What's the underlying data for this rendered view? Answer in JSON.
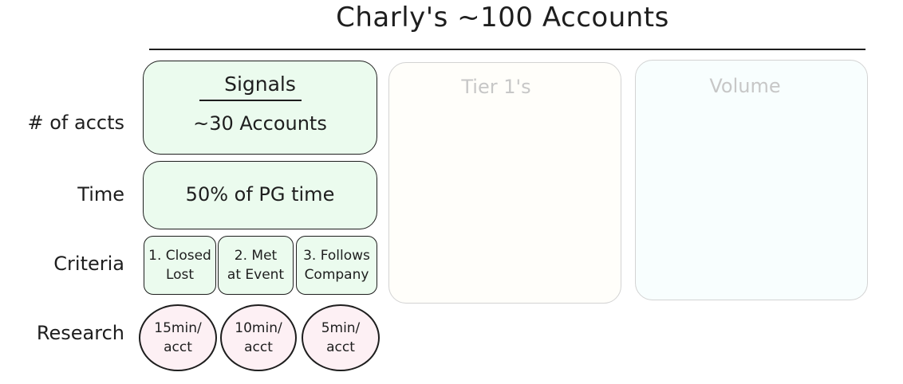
{
  "title": "Charly's ~100 Accounts",
  "row_labels": {
    "accounts": "# of accts",
    "time": "Time",
    "criteria": "Criteria",
    "research": "Research"
  },
  "signals": {
    "heading": "Signals",
    "accounts": "~30 Accounts",
    "time": "50% of PG time",
    "criteria": [
      "1. Closed\nLost",
      "2. Met\nat Event",
      "3. Follows\nCompany"
    ],
    "research": [
      "15min/\nacct",
      "10min/\nacct",
      "5min/\nacct"
    ]
  },
  "tier1": {
    "heading": "Tier 1's"
  },
  "volume": {
    "heading": "Volume"
  },
  "colors": {
    "signals_fill": "#ebfbee",
    "research_fill": "#fdf0f4",
    "tier1_fill": "#fffefa",
    "volume_fill": "#f8fefe",
    "stroke": "#1e1e1e",
    "faded_text": "#c7c7c7"
  }
}
